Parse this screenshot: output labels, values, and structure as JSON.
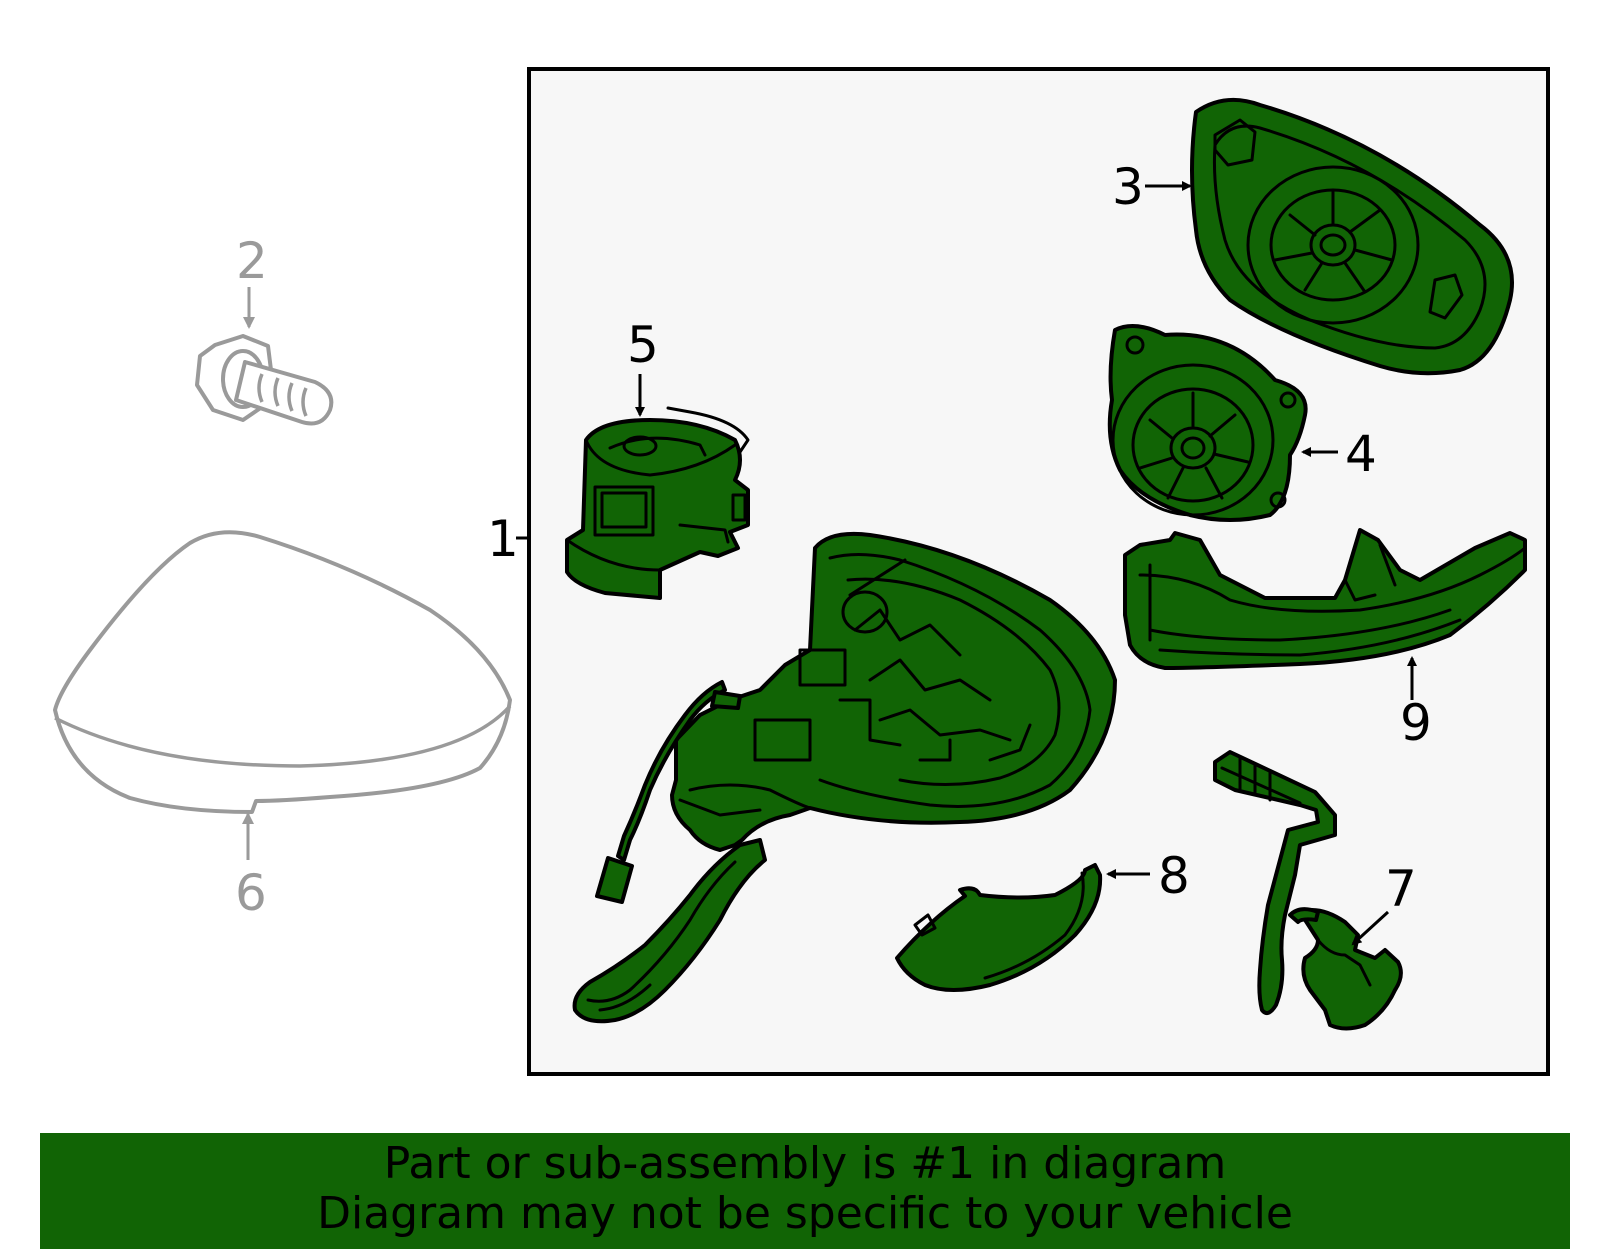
{
  "callouts": {
    "c1": "1",
    "c2": "2",
    "c3": "3",
    "c4": "4",
    "c5": "5",
    "c6": "6",
    "c7": "7",
    "c8": "8",
    "c9": "9"
  },
  "banner": {
    "line1": "Part or sub-assembly is #1 in diagram",
    "line2": "Diagram may not be specific to your vehicle"
  },
  "colors": {
    "highlight": "#116405",
    "frame_fill": "#f7f7f7",
    "muted_part": "#9a9a9a"
  }
}
